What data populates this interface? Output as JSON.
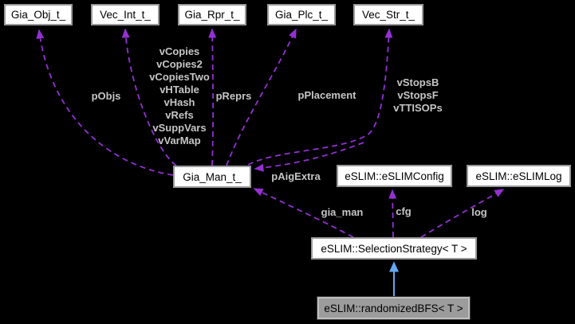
{
  "diagram_type": "doxygen-collaboration-graph",
  "colors": {
    "background": "#000000",
    "node_fill": "#ffffff",
    "node_border": "#9a9a9a",
    "highlight_node_fill": "#9c9c9c",
    "highlight_node_border": "#c0c0c0",
    "node_text": "#000000",
    "edge_label_text": "#c6c6c6",
    "collaboration_edge": "#9430d3",
    "inheritance_edge": "#66a7f2"
  },
  "nodes": {
    "gia_obj": "Gia_Obj_t_",
    "vec_int": "Vec_Int_t_",
    "gia_rpr": "Gia_Rpr_t_",
    "gia_plc": "Gia_Plc_t_",
    "vec_str": "Vec_Str_t_",
    "gia_man": "Gia_Man_t_",
    "eslim_config": "eSLIM::eSLIMConfig",
    "eslim_log": "eSLIM::eSLIMLog",
    "selection_strategy": "eSLIM::SelectionStrategy< T >",
    "randomized_bfs": "eSLIM::randomizedBFS< T >"
  },
  "edge_labels": {
    "pObjs": "pObjs",
    "vcopies_group": [
      "vCopies",
      "vCopies2",
      "vCopiesTwo",
      "vHTable",
      "vHash",
      "vRefs",
      "vSuppVars",
      "vVarMap"
    ],
    "pReprs": "pReprs",
    "pPlacement": "pPlacement",
    "vstops_group": [
      "vStopsB",
      "vStopsF",
      "vTTISOPs"
    ],
    "pAigExtra": "pAigExtra",
    "gia_man": "gia_man",
    "cfg": "cfg",
    "log": "log"
  },
  "graph": {
    "edges": [
      {
        "from": "Gia_Man_t_",
        "to": "Gia_Obj_t_",
        "label": "pObjs",
        "style": "dashed-purple"
      },
      {
        "from": "Gia_Man_t_",
        "to": "Vec_Int_t_",
        "label": "vCopies vCopies2 vCopiesTwo vHTable vHash vRefs vSuppVars vVarMap",
        "style": "dashed-purple"
      },
      {
        "from": "Gia_Man_t_",
        "to": "Gia_Rpr_t_",
        "label": "pReprs",
        "style": "dashed-purple"
      },
      {
        "from": "Gia_Man_t_",
        "to": "Gia_Plc_t_",
        "label": "pPlacement",
        "style": "dashed-purple"
      },
      {
        "from": "Gia_Man_t_",
        "to": "Vec_Str_t_",
        "label": "vStopsB vStopsF vTTISOPs",
        "style": "dashed-purple"
      },
      {
        "from": "Gia_Man_t_",
        "to": "Gia_Man_t_",
        "label": "pAigExtra",
        "style": "dashed-purple"
      },
      {
        "from": "eSLIM::SelectionStrategy< T >",
        "to": "Gia_Man_t_",
        "label": "gia_man",
        "style": "dashed-purple"
      },
      {
        "from": "eSLIM::SelectionStrategy< T >",
        "to": "eSLIM::eSLIMConfig",
        "label": "cfg",
        "style": "dashed-purple"
      },
      {
        "from": "eSLIM::SelectionStrategy< T >",
        "to": "eSLIM::eSLIMLog",
        "label": "log",
        "style": "dashed-purple"
      },
      {
        "from": "eSLIM::randomizedBFS< T >",
        "to": "eSLIM::SelectionStrategy< T >",
        "label": "",
        "style": "solid-blue-inheritance"
      }
    ]
  }
}
